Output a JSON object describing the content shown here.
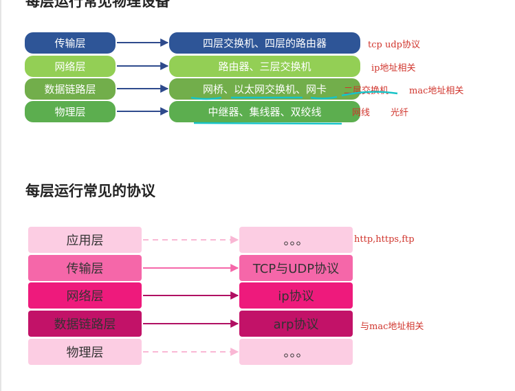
{
  "section1": {
    "title": "每层运行常见物理设备",
    "rows": [
      {
        "layer": "传输层",
        "device": "四层交换机、四层的路由器",
        "color": "#2e5597"
      },
      {
        "layer": "网络层",
        "device": "路由器、三层交换机",
        "color": "#93cf55"
      },
      {
        "layer": "数据链路层",
        "device": "网桥、以太网交换机、网卡",
        "color": "#72ae4b"
      },
      {
        "layer": "物理层",
        "device": "中继器、集线器、双绞线",
        "color": "#5cae4f"
      }
    ],
    "annotations": [
      "tcp udp协议",
      "ip地址相关",
      "二层交换机",
      "mac地址相关",
      "网线",
      "光纤"
    ]
  },
  "section2": {
    "title": "每层运行常见的协议",
    "rows": [
      {
        "layer": "应用层",
        "protocol": "。。。",
        "fill": "#fccde3",
        "text_color": "#333333"
      },
      {
        "layer": "传输层",
        "protocol": "TCP与UDP协议",
        "fill": "#f567a9",
        "text_color": "#333333"
      },
      {
        "layer": "网络层",
        "protocol": "ip协议",
        "fill": "#ee1a7c",
        "text_color": "#333333"
      },
      {
        "layer": "数据链路层",
        "protocol": "arp协议",
        "fill": "#c21268",
        "text_color": "#333333"
      },
      {
        "layer": "物理层",
        "protocol": "。。。",
        "fill": "#fccde3",
        "text_color": "#333333"
      }
    ],
    "annotations": [
      "http,https,ftp",
      "与mac地址相关"
    ]
  },
  "colors": {
    "arrow_blue": "#2e4a8c",
    "arrow_pink": "#f567a9",
    "arrow_magenta": "#b00f62",
    "arrow_dashed": "#f9b7d4",
    "underline_cyan": "#17c3c7",
    "annotation_red": "#d0342c"
  }
}
